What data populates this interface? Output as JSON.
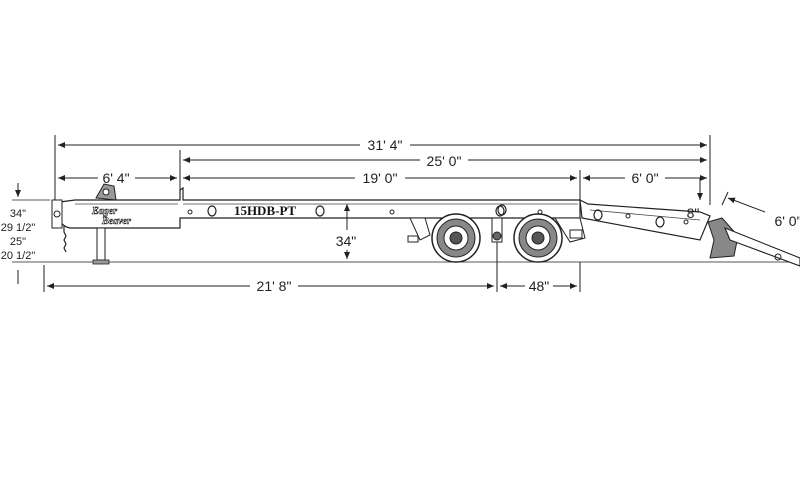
{
  "drawing": {
    "model_label": "15HDB-PT",
    "logo_text": [
      "Eager",
      "Beaver"
    ],
    "dimensions": {
      "overall_length": "31' 4\"",
      "deck_length": "25' 0\"",
      "main_deck": "19' 0\"",
      "ramp_section": "6' 0\"",
      "tongue_length": "6' 4\"",
      "deck_height": "34\"",
      "hitch_to_axle": "21' 8\"",
      "axle_spread": "48\"",
      "beavertail_drop": "8\"",
      "ramp_length": "6' 0\"",
      "coupler_height_top": "34\"",
      "coupler_height_a": "29 1/2\"",
      "coupler_height_b": "25\"",
      "coupler_height_c": "20 1/2\""
    }
  }
}
